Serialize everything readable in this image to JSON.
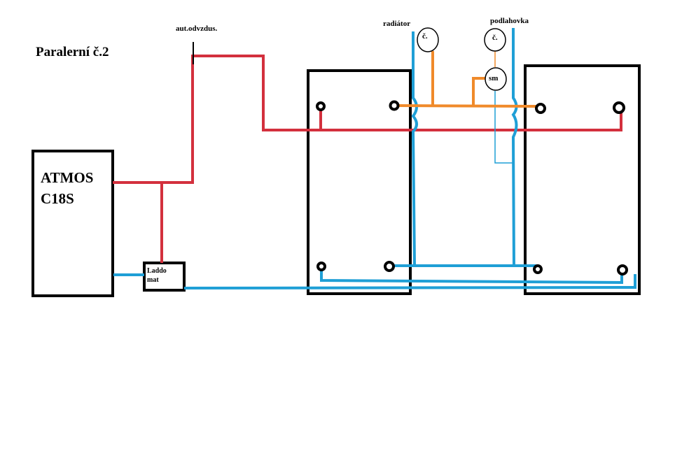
{
  "title": "Paralerní č.2",
  "boiler": {
    "line1": "ATMOS",
    "line2": "C18S"
  },
  "laddomat": {
    "line1": "Laddo",
    "line2": "mat"
  },
  "labels": {
    "air_vent": "aut.odvzdus.",
    "radiator": "radiátor",
    "floor_heating": "podlahovka",
    "thermometer_radiator": "č.",
    "thermometer_floor": "č.",
    "mixing_valve": "sm"
  },
  "colors": {
    "hot": "#d3303d",
    "cold": "#1f9fd6",
    "control": "#f08a2a",
    "outline": "#000000"
  }
}
